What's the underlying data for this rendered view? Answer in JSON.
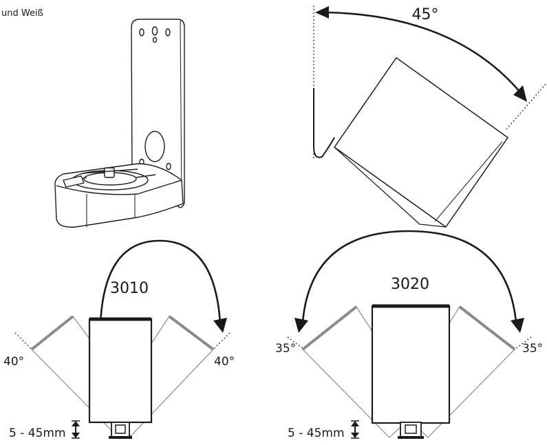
{
  "caption": "und Weiß",
  "tilt_view": {
    "angle": "45°"
  },
  "model_3010": {
    "title": "3010",
    "angle_left": "40°",
    "angle_right": "40°",
    "depth": "5 - 45mm"
  },
  "model_3020": {
    "title": "3020",
    "angle_left": "35°",
    "angle_right": "35°",
    "depth": "5 - 45mm"
  },
  "colors": {
    "line": "#1a1a1a",
    "gray": "#8a8a8a",
    "background": "#ffffff"
  }
}
